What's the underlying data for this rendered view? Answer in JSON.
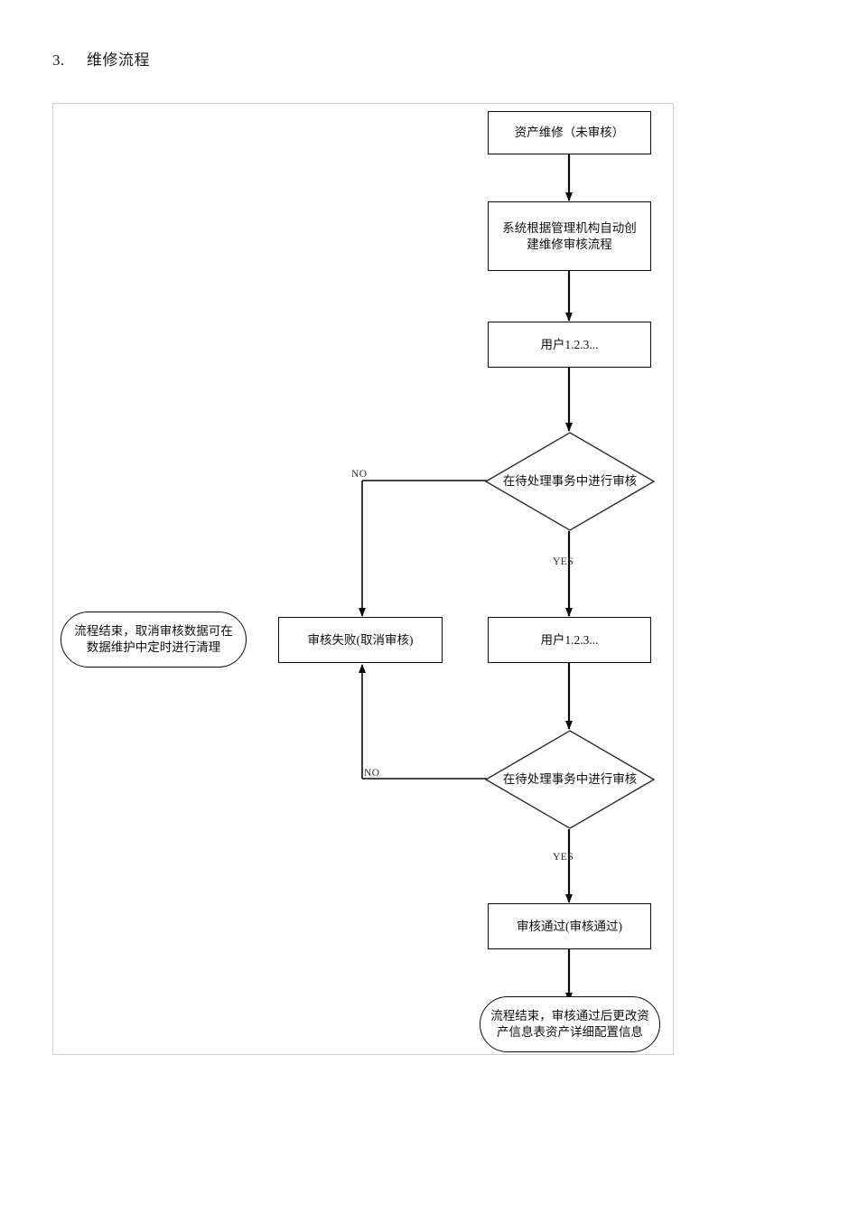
{
  "heading": {
    "number": "3.",
    "title": "维修流程"
  },
  "diagram": {
    "type": "flowchart",
    "title": "维修流程",
    "nodes": [
      {
        "id": "n1",
        "shape": "process",
        "label": "资产维修（未审核）"
      },
      {
        "id": "n2",
        "shape": "process",
        "label": "系统根据管理机构自动创建维修审核流程"
      },
      {
        "id": "n3",
        "shape": "process",
        "label": "用户1.2.3..."
      },
      {
        "id": "n4",
        "shape": "decision",
        "label": "在待处理事务中进行审核"
      },
      {
        "id": "n5",
        "shape": "terminal",
        "label": "流程结束，取消审核数据可在数据维护中定时进行清理"
      },
      {
        "id": "n6",
        "shape": "process",
        "label": "审核失败(取消审核)"
      },
      {
        "id": "n7",
        "shape": "process",
        "label": "用户1.2.3..."
      },
      {
        "id": "n8",
        "shape": "decision",
        "label": "在待处理事务中进行审核"
      },
      {
        "id": "n9",
        "shape": "process",
        "label": "审核通过(审核通过)"
      },
      {
        "id": "n10",
        "shape": "terminal",
        "label": "流程结束，审核通过后更改资产信息表资产详细配置信息"
      }
    ],
    "edge_labels": {
      "no_1": "NO",
      "yes_1": "YES",
      "no_2": "NO",
      "yes_2": "YES"
    },
    "colors": {
      "stroke": "#0a0a0a",
      "frame": "#cfcfcf",
      "text": "#101010",
      "background": "#ffffff"
    }
  }
}
